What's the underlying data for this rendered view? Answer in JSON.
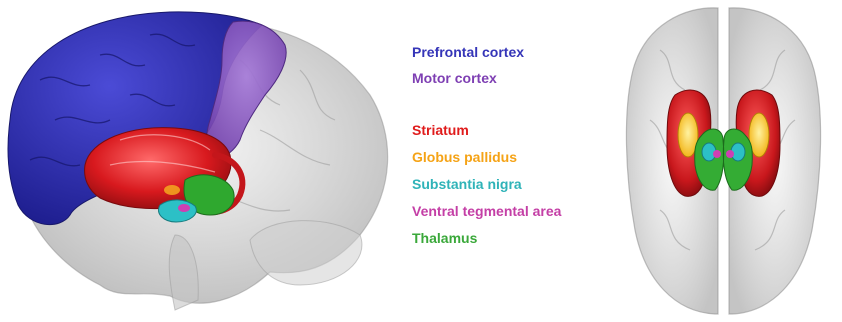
{
  "legend": {
    "groups": [
      {
        "items": [
          {
            "key": "prefrontal",
            "label": "Prefrontal cortex",
            "color": "#3535b8"
          },
          {
            "key": "motor",
            "label": "Motor cortex",
            "color": "#7e3fb3"
          }
        ]
      },
      {
        "items": [
          {
            "key": "striatum",
            "label": "Striatum",
            "color": "#e01b1b"
          },
          {
            "key": "pallidus",
            "label": "Globus pallidus",
            "color": "#f5a316"
          },
          {
            "key": "nigra",
            "label": "Substantia nigra",
            "color": "#2fb3b8"
          },
          {
            "key": "vta",
            "label": "Ventral tegmental area",
            "color": "#c43fa6"
          },
          {
            "key": "thalamus",
            "label": "Thalamus",
            "color": "#3aa83a"
          }
        ]
      }
    ]
  },
  "colors": {
    "prefrontal": "#2f2fb5",
    "motor": "#8a4fc4",
    "striatum": "#d8191e",
    "pallidus": "#f7d21f",
    "nigra": "#2cc0c6",
    "vta": "#cf3fb3",
    "thalamus": "#2fa82f",
    "brain_shadow": "#bdbdbd"
  },
  "icons": {
    "lateral_view": "brain-lateral-view-icon",
    "axial_view": "brain-axial-view-icon"
  }
}
